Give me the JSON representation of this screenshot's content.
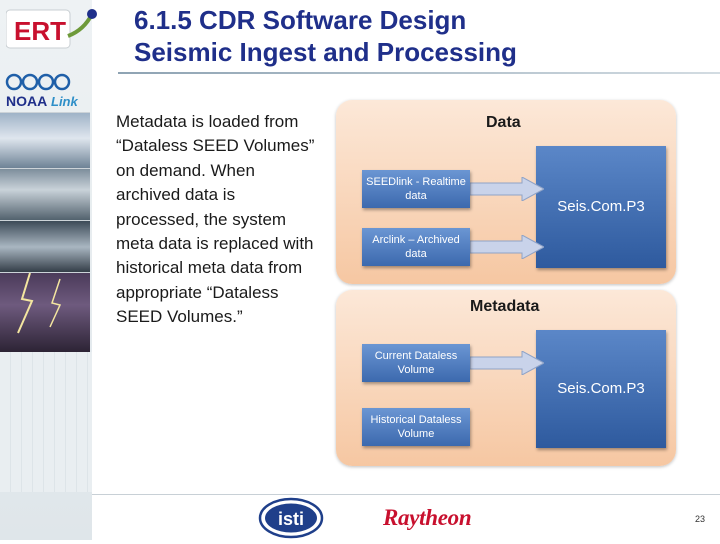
{
  "header": {
    "title_line1": "6.1.5 CDR Software Design",
    "title_line2": "Seismic Ingest and Processing"
  },
  "logos": {
    "ert": "ERT",
    "noaa": "NOAA",
    "noaa_link": "Link",
    "isti": "isti",
    "raytheon": "Raytheon"
  },
  "body": {
    "text": "Metadata is loaded from “Dataless SEED Volumes” on demand. When archived data is processed, the system meta data is replaced with historical meta data from appropriate “Dataless SEED Volumes.”"
  },
  "diagram": {
    "data_group": {
      "title": "Data",
      "inputs": [
        "SEEDlink - Realtime data",
        "Arclink – Archived data"
      ],
      "system": "Seis.Com.P3"
    },
    "metadata_group": {
      "title": "Metadata",
      "inputs": [
        "Current Dataless Volume",
        "Historical Dataless Volume"
      ],
      "system": "Seis.Com.P3"
    },
    "colors": {
      "group_fill": "#f6c7a2",
      "box_fill": "#3c69ae",
      "arrow_fill": "#c9d3ea"
    }
  },
  "footer": {
    "page_number": "23"
  }
}
